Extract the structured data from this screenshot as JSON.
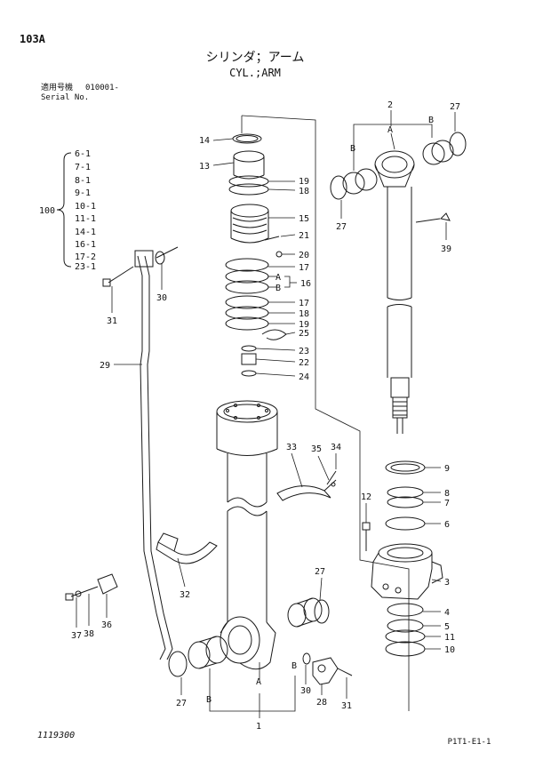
{
  "header": {
    "page_code": "103A",
    "title_jp": "シリンダ；アーム",
    "title_en": "CYL.;ARM",
    "serial_label_jp": "適用号機",
    "serial_value": "010001-",
    "serial_label_en": "Serial No."
  },
  "kit": {
    "number": "100",
    "items": [
      "6-1",
      "7-1",
      "8-1",
      "9-1",
      "10-1",
      "11-1",
      "14-1",
      "16-1",
      "17-2",
      "23-1"
    ]
  },
  "callouts": {
    "c1": "1",
    "c2": "2",
    "c3": "3",
    "c4": "4",
    "c5": "5",
    "c6": "6",
    "c7": "7",
    "c8": "8",
    "c9": "9",
    "c10": "10",
    "c11": "11",
    "c12": "12",
    "c13": "13",
    "c14": "14",
    "c15": "15",
    "c16": "16",
    "c17a": "17",
    "c17b": "17",
    "c18a": "18",
    "c18b": "18",
    "c19a": "19",
    "c19b": "19",
    "c20": "20",
    "c21": "21",
    "c22": "22",
    "c23": "23",
    "c24": "24",
    "c25": "25",
    "c27a": "27",
    "c27b": "27",
    "c27c": "27",
    "c27d": "27",
    "c28": "28",
    "c29": "29",
    "c30a": "30",
    "c30b": "30",
    "c31a": "31",
    "c31b": "31",
    "c32": "32",
    "c33": "33",
    "c34": "34",
    "c35": "35",
    "c36": "36",
    "c37": "37",
    "c38": "38",
    "c39": "39",
    "A1": "A",
    "A2": "A",
    "A3": "A",
    "B1": "B",
    "B2": "B",
    "B3": "B",
    "B4": "B",
    "B5": "B"
  },
  "footer": {
    "drawing_no": "1119300",
    "page_ref": "P1T1-E1-1"
  }
}
